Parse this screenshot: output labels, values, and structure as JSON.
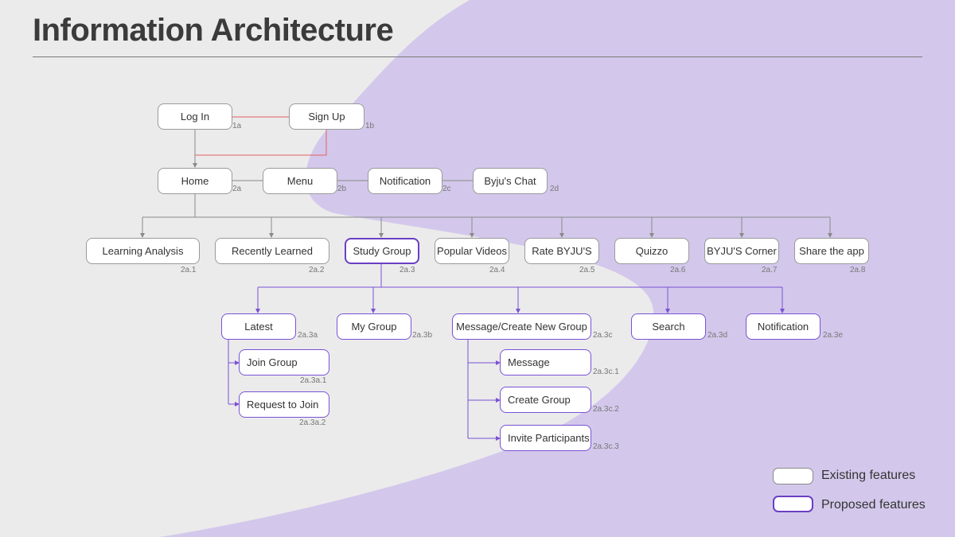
{
  "title": "Information Architecture",
  "nodes": {
    "login": {
      "label": "Log In",
      "code": "1a"
    },
    "signup": {
      "label": "Sign Up",
      "code": "1b"
    },
    "home": {
      "label": "Home",
      "code": "2a"
    },
    "menu": {
      "label": "Menu",
      "code": "2b"
    },
    "notification": {
      "label": "Notification",
      "code": "2c"
    },
    "byjus_chat": {
      "label": "Byju's Chat",
      "code": "2d"
    },
    "learning_analysis": {
      "label": "Learning Analysis",
      "code": "2a.1"
    },
    "recently_learned": {
      "label": "Recently Learned",
      "code": "2a.2"
    },
    "study_group": {
      "label": "Study Group",
      "code": "2a.3"
    },
    "popular_videos": {
      "label": "Popular Videos",
      "code": "2a.4"
    },
    "rate_byjus": {
      "label": "Rate BYJU'S",
      "code": "2a.5"
    },
    "quizzo": {
      "label": "Quizzo",
      "code": "2a.6"
    },
    "byjus_corner": {
      "label": "BYJU'S Corner",
      "code": "2a.7"
    },
    "share_app": {
      "label": "Share the app",
      "code": "2a.8"
    },
    "latest": {
      "label": "Latest",
      "code": "2a.3a"
    },
    "my_group": {
      "label": "My Group",
      "code": "2a.3b"
    },
    "message_create": {
      "label": "Message/Create New Group",
      "code": "2a.3c"
    },
    "search": {
      "label": "Search",
      "code": "2a.3d"
    },
    "sg_notification": {
      "label": "Notification",
      "code": "2a.3e"
    },
    "join_group": {
      "label": "Join Group",
      "code": "2a.3a.1"
    },
    "request_join": {
      "label": "Request to Join",
      "code": "2a.3a.2"
    },
    "message": {
      "label": "Message",
      "code": "2a.3c.1"
    },
    "create_group": {
      "label": "Create Group",
      "code": "2a.3c.2"
    },
    "invite": {
      "label": "Invite Participants",
      "code": "2a.3c.3"
    }
  },
  "legend": {
    "existing": "Existing features",
    "proposed": "Proposed features"
  },
  "colors": {
    "existing_border": "#9a9a9a",
    "proposed_border": "#7a52d6",
    "auth_link": "#e06060",
    "background_shape": "#d2c6ea"
  }
}
